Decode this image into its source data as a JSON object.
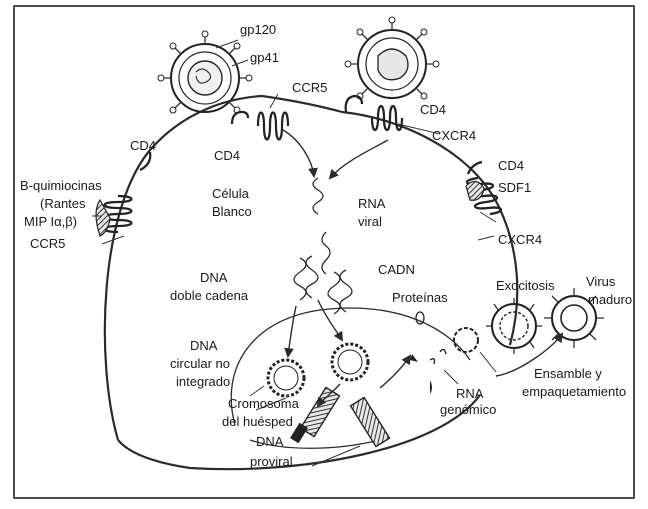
{
  "diagram": {
    "labels": {
      "gp120": "gp120",
      "gp41": "gp41",
      "ccr5_top": "CCR5",
      "cd4_top_left": "CD4",
      "cd4_top_right": "CD4",
      "cxcr4_top": "CXCR4",
      "cd4_left": "CD4",
      "b_quimiocinas": "B-quimiocinas",
      "rantes": "(Rantes",
      "mip": "MIP Iα,β)",
      "ccr5_left": "CCR5",
      "celula_1": "Célula",
      "celula_2": "Blanco",
      "rna_viral_1": "RNA",
      "rna_viral_2": "viral",
      "cd4_right": "CD4",
      "sdf1": "SDF1",
      "cxcr4_right": "CXCR4",
      "cadn": "CADN",
      "proteinas": "Proteínas",
      "dna_doble_1": "DNA",
      "dna_doble_2": "doble cadena",
      "exocitosis": "Exocitosis",
      "virus_1": "Virus",
      "virus_2": "maduro",
      "dna_circular_1": "DNA",
      "dna_circular_2": "circular no",
      "dna_circular_3": "integrado",
      "ensamble_1": "Ensamble y",
      "ensamble_2": "empaquetamiento",
      "rna_genomico_1": "RNA",
      "rna_genomico_2": "genómico",
      "cromosoma_1": "Cromosoma",
      "cromosoma_2": "del huésped",
      "proviral_1": "DNA",
      "proviral_2": "proviral"
    }
  }
}
